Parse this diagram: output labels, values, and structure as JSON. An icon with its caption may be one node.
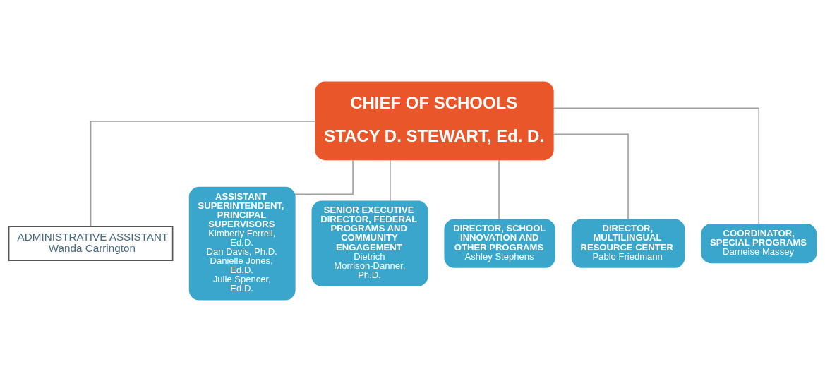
{
  "diagram": {
    "nodes": [
      {
        "text": [
          "CHIEF OF SCHOOLS",
          "STACY D. STEWART, Ed. D."
        ]
      },
      {
        "text": [
          "ADMINISTRATIVE ASSISTANT",
          "Wanda Carrington"
        ]
      },
      {
        "text": [
          "ASSISTANT SUPERINTENDENT, PRINCIPAL SUPERVISORS",
          "Kimberly Ferrell, Ed.D.",
          "Dan Davis, Ph.D.",
          "Danielle Jones, Ed.D.",
          "Julie Spencer, Ed.D."
        ]
      },
      {
        "text": [
          "SENIOR EXECUTIVE DIRECTOR, FEDERAL PROGRAMS AND COMMUNITY ENGAGEMENT",
          "Dietrich Morrison-Danner, Ph.D."
        ]
      },
      {
        "text": [
          "DIRECTOR, SCHOOL INNOVATION AND OTHER PROGRAMS",
          "Ashley Stephens"
        ]
      },
      {
        "text": [
          "DIRECTOR, MULTILINGUAL RESOURCE CENTER",
          "Pablo Friedmann"
        ]
      },
      {
        "text": [
          "COORDINATOR, SPECIAL PROGRAMS",
          "Darneise Massey"
        ]
      }
    ],
    "edges": [
      {
        "from": 0,
        "to": 1,
        "arrow": "none"
      },
      {
        "from": 0,
        "to": 2,
        "arrow": "none"
      },
      {
        "from": 0,
        "to": 3,
        "arrow": "none"
      },
      {
        "from": 0,
        "to": 4,
        "arrow": "none"
      },
      {
        "from": 0,
        "to": 5,
        "arrow": "none"
      },
      {
        "from": 0,
        "to": 6,
        "arrow": "none"
      }
    ]
  }
}
